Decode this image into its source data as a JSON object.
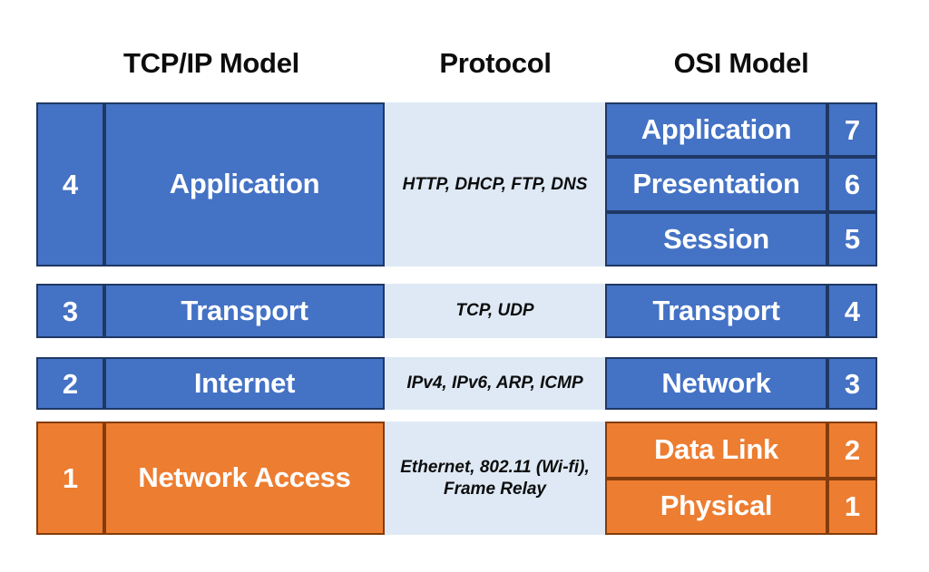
{
  "headers": {
    "tcpip": "TCP/IP Model",
    "protocol": "Protocol",
    "osi": "OSI Model"
  },
  "colors": {
    "blue": "#4472C4",
    "orange": "#ED7D31",
    "protocol_bg": "#DEE9F5",
    "blue_border": "#1F3864",
    "orange_border": "#843C0B",
    "label_text": "#FFFFFF",
    "header_text": "#0D0D0D"
  },
  "chart_data": {
    "type": "table",
    "title": "TCP/IP Model vs OSI Model with Protocols",
    "columns": [
      "TCP/IP Layer No.",
      "TCP/IP Model",
      "Protocol",
      "OSI Model",
      "OSI Layer No."
    ],
    "rows": [
      {
        "tcpip_number": "4",
        "tcpip_layer": "Application",
        "protocol": "HTTP, DHCP, FTP, DNS",
        "color": "#4472C4",
        "osi_layers": [
          {
            "name": "Application",
            "number": "7"
          },
          {
            "name": "Presentation",
            "number": "6"
          },
          {
            "name": "Session",
            "number": "5"
          }
        ]
      },
      {
        "tcpip_number": "3",
        "tcpip_layer": "Transport",
        "protocol": "TCP, UDP",
        "color": "#4472C4",
        "osi_layers": [
          {
            "name": "Transport",
            "number": "4"
          }
        ]
      },
      {
        "tcpip_number": "2",
        "tcpip_layer": "Internet",
        "protocol": "IPv4, IPv6, ARP, ICMP",
        "color": "#4472C4",
        "osi_layers": [
          {
            "name": "Network",
            "number": "3"
          }
        ]
      },
      {
        "tcpip_number": "1",
        "tcpip_layer": "Network Access",
        "protocol": "Ethernet, 802.11 (Wi-fi),\nFrame Relay",
        "color": "#ED7D31",
        "osi_layers": [
          {
            "name": "Data Link",
            "number": "2"
          },
          {
            "name": "Physical",
            "number": "1"
          }
        ]
      }
    ]
  }
}
